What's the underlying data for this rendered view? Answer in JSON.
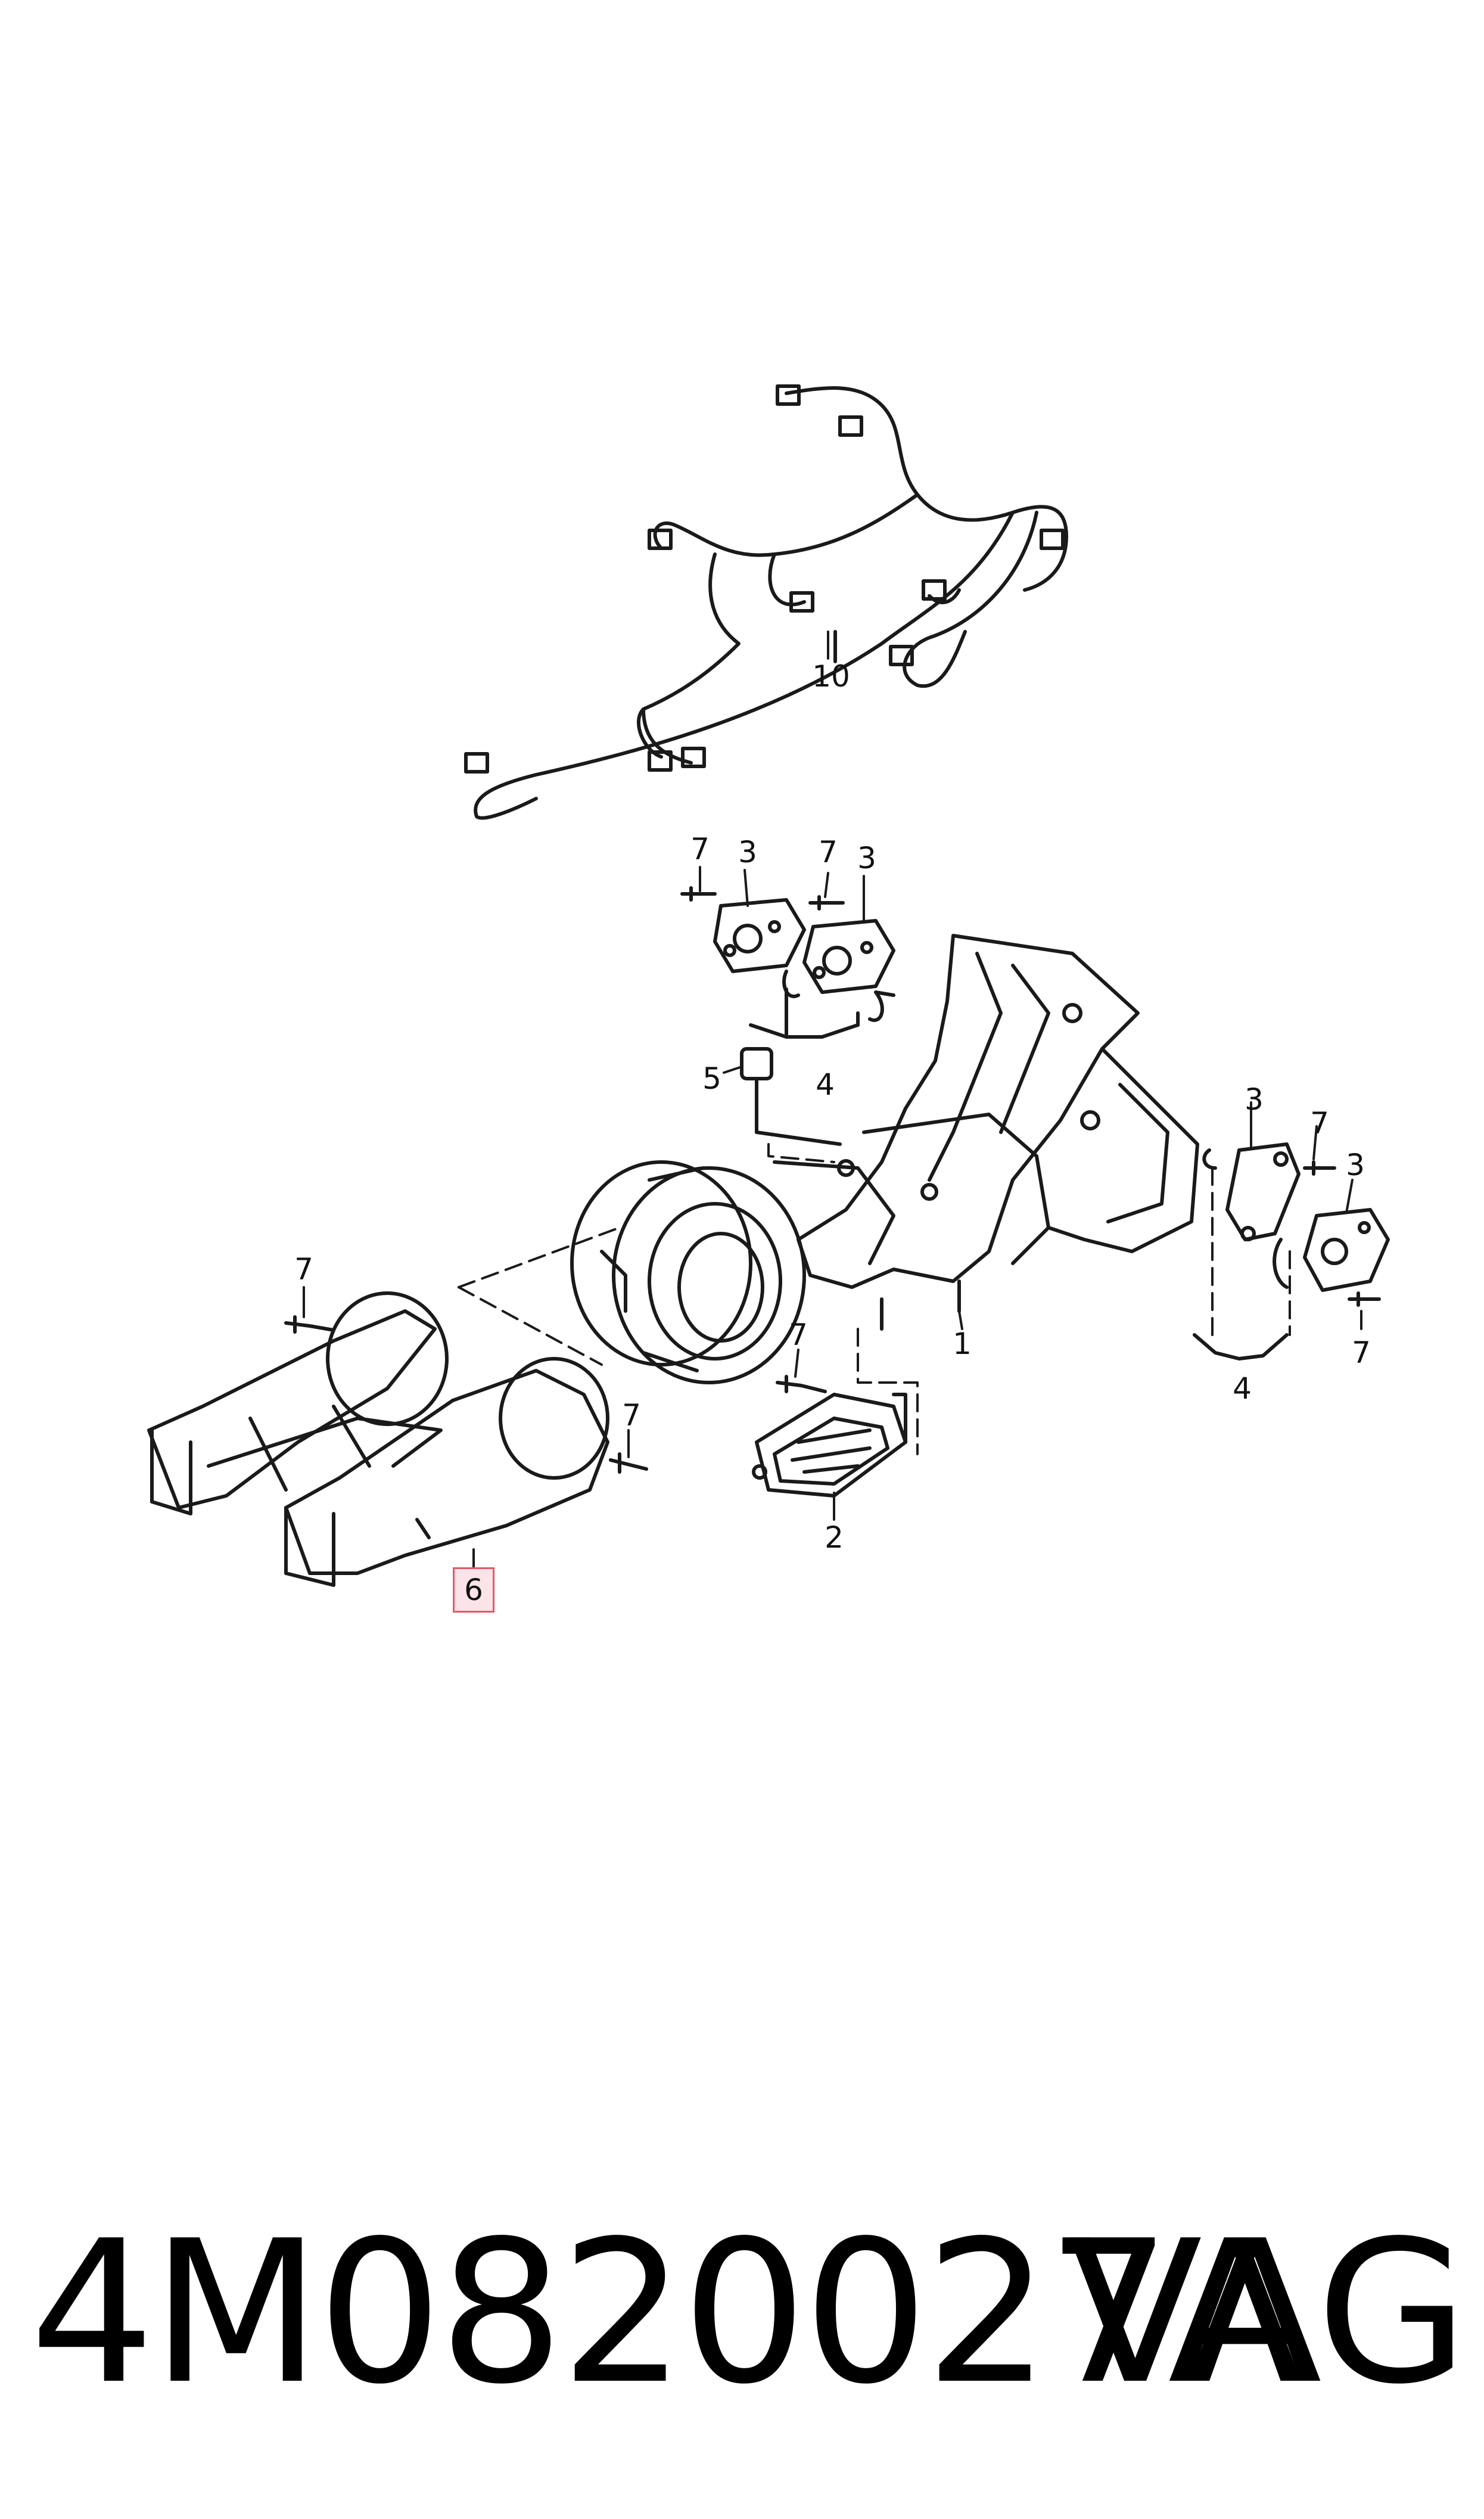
{
  "callouts": {
    "c10": "10",
    "c7_a": "7",
    "c3_a": "3",
    "c7_b": "7",
    "c3_b": "3",
    "c5": "5",
    "c4_a": "4",
    "c3_c": "3",
    "c7_c": "7",
    "c3_d": "3",
    "c7_d": "7",
    "c4_b": "4",
    "c1": "1",
    "c7_e": "7",
    "c7_f": "7",
    "c7_g": "7",
    "c2": "2",
    "c6": "6"
  },
  "footer": {
    "part_number": "4M0820027A",
    "brand": "VAG"
  },
  "colors": {
    "line": "#1a1a1a",
    "highlight_border": "#e05a6a",
    "highlight_fill": "#fbe4e7"
  }
}
